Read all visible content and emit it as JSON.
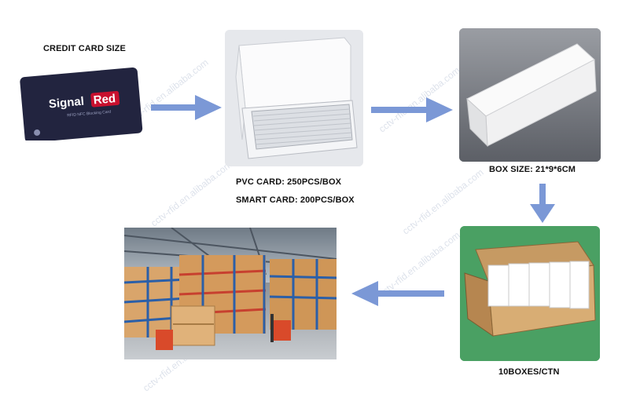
{
  "labels": {
    "credit_card_size": "CREDIT CARD SIZE",
    "pvc_card": "PVC CARD: 250PCS/BOX",
    "smart_card": "SMART CARD: 200PCS/BOX",
    "box_size": "BOX SIZE: 21*9*6CM",
    "boxes_per_carton": "10BOXES/CTN"
  },
  "card": {
    "brand_part1": "Signal",
    "brand_part2": "Red",
    "subtitle": "RFID NFC Blocking Card",
    "brand_color": "#c8102e"
  },
  "watermark": "cctv-rfid.en.alibaba.com",
  "colors": {
    "arrow": "#7b98d6",
    "card_bg": "#22243f",
    "green_bg": "#4aa063"
  }
}
